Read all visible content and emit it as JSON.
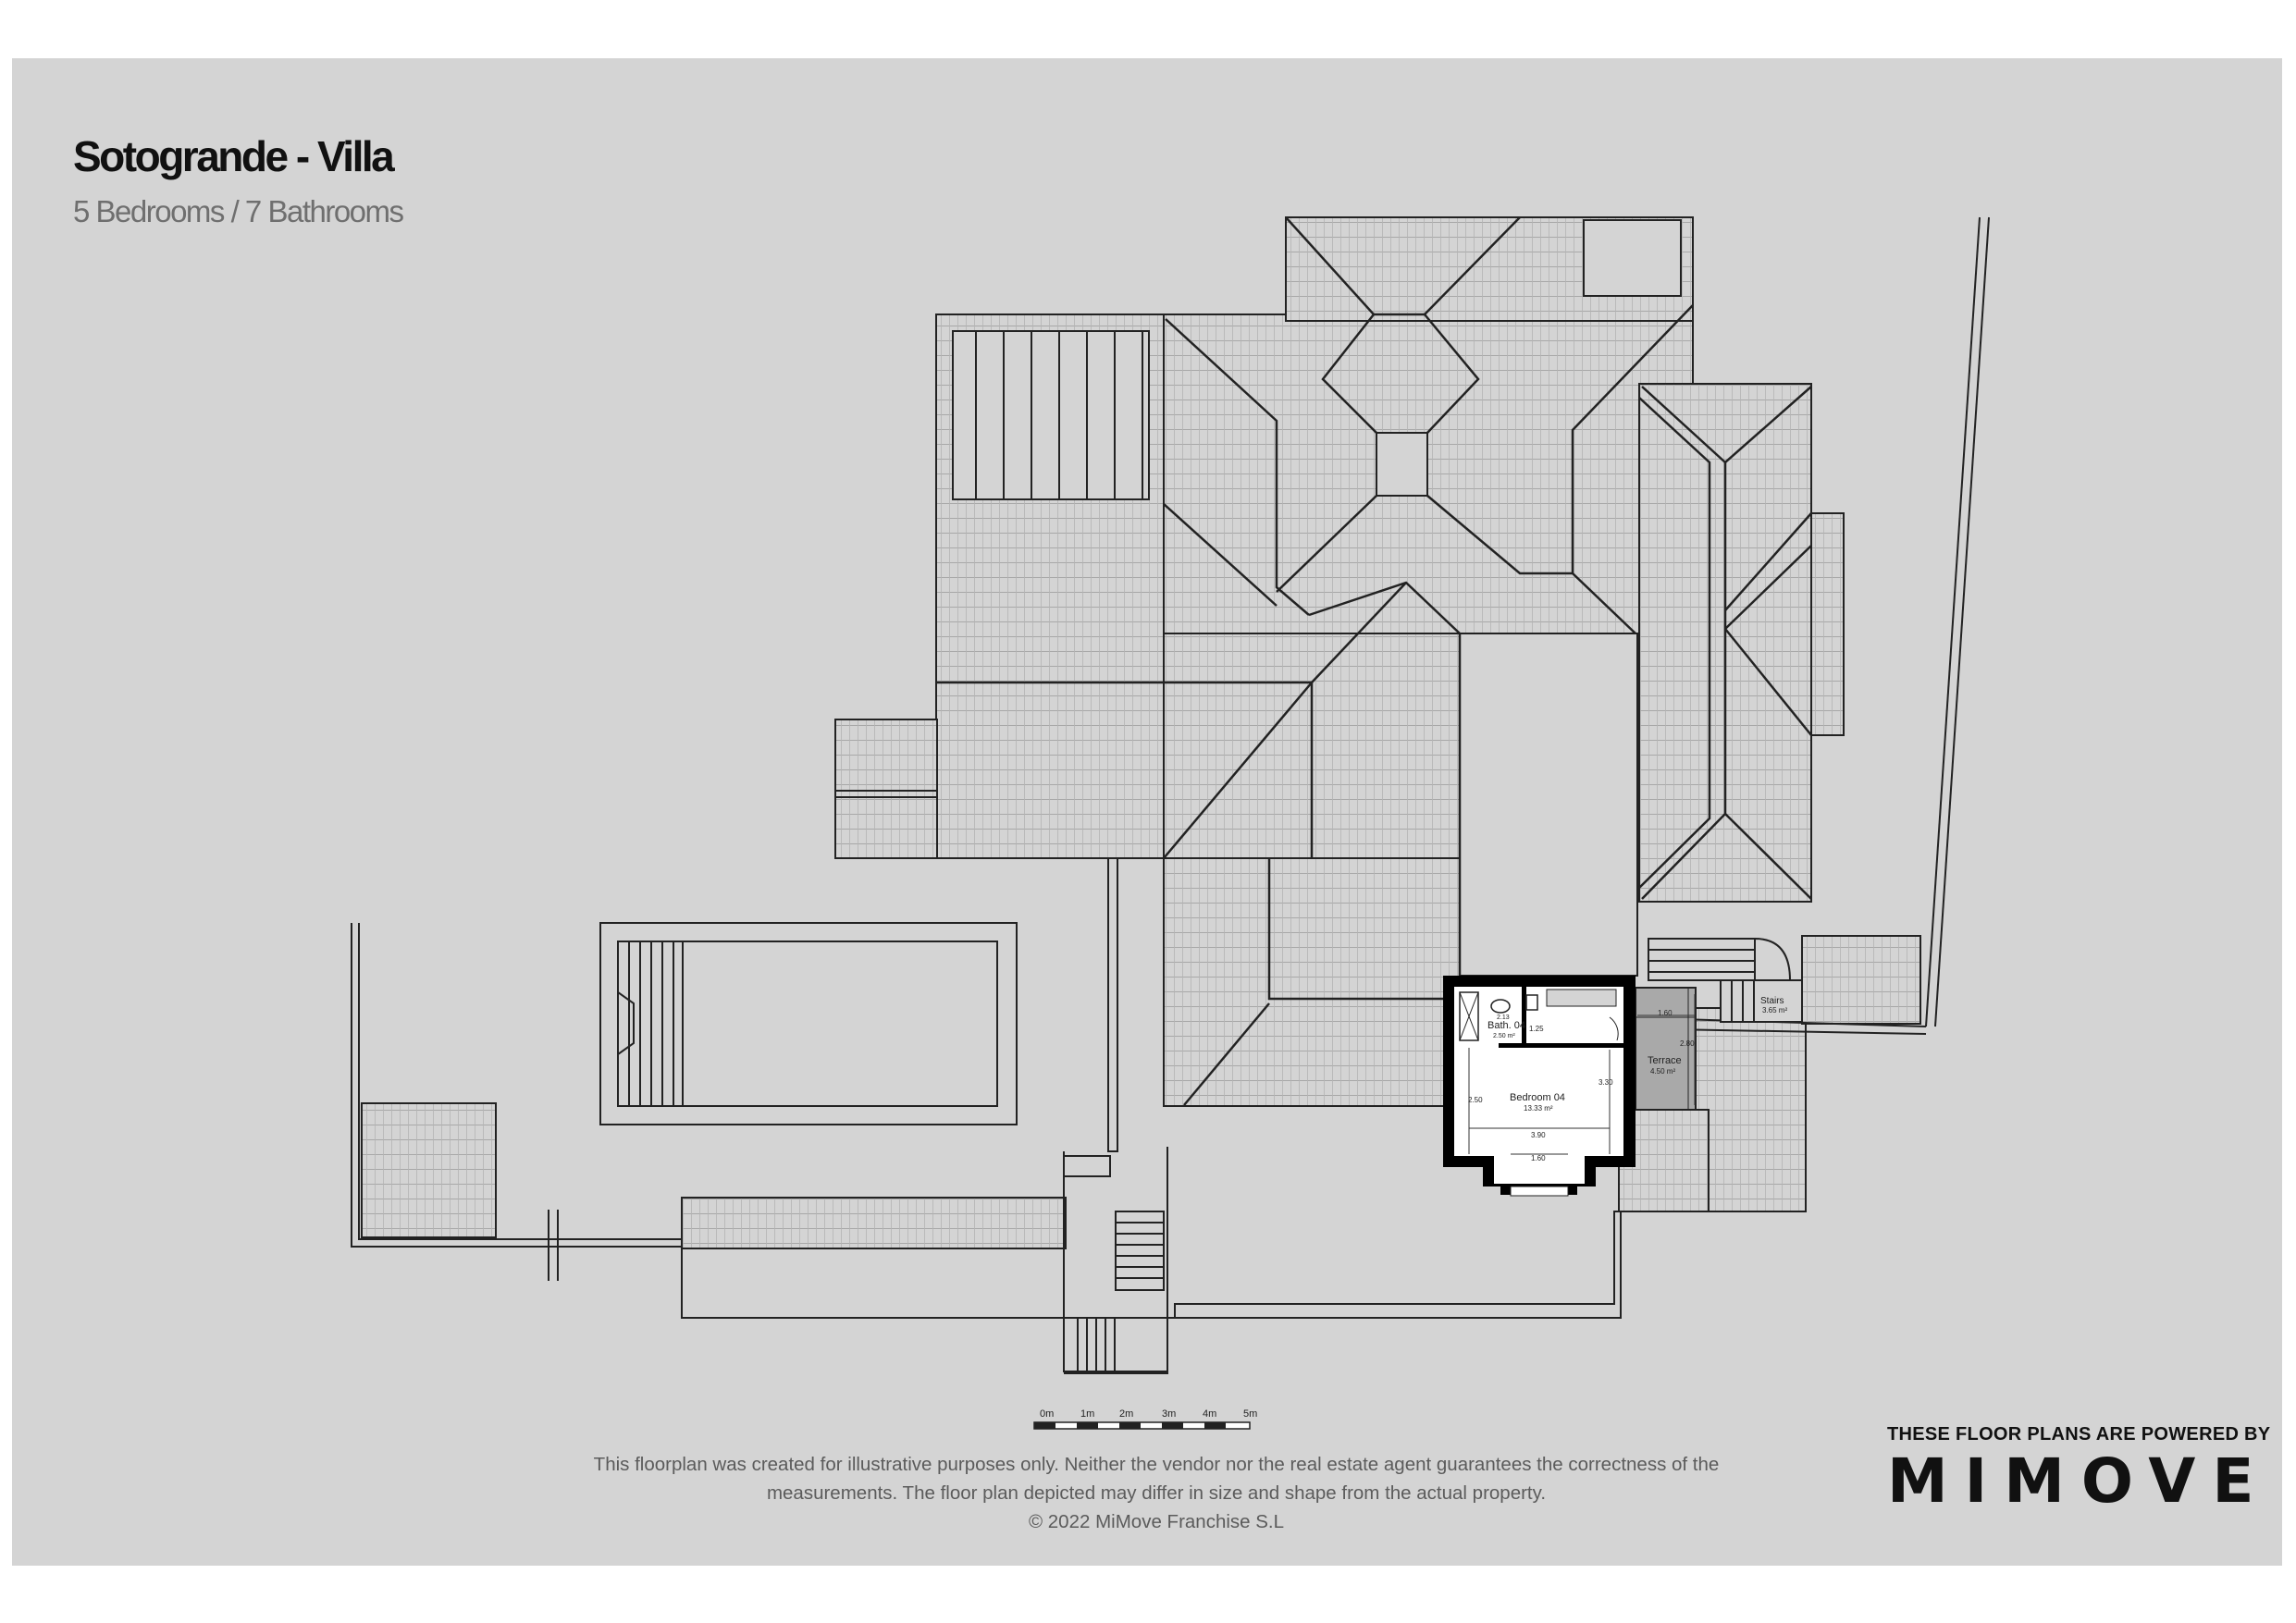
{
  "header": {
    "title": "Sotogrande - Villa",
    "subtitle": "5 Bedrooms / 7 Bathrooms"
  },
  "rooms": {
    "bathroom": {
      "name": "Bath. 04",
      "area": "2.50 m²",
      "dim_a": "2.13",
      "dim_b": "1.25"
    },
    "bedroom": {
      "name": "Bedroom 04",
      "area": "13.33 m²",
      "dim_height": "2.50",
      "dim_width": "3.90",
      "dim_side": "3.30",
      "dim_bay": "1.60"
    },
    "terrace": {
      "name": "Terrace",
      "area": "4.50 m²",
      "dim_width": "1.60",
      "dim_height": "2.80"
    },
    "stairs": {
      "name": "Stairs",
      "area": "3.65 m²"
    }
  },
  "scale_bar": {
    "labels": [
      "0m",
      "1m",
      "2m",
      "3m",
      "4m",
      "5m"
    ]
  },
  "disclaimer": {
    "line1": "This floorplan was created for illustrative purposes only. Neither the vendor nor the real estate agent guarantees the correctness of the",
    "line2": "measurements. The floor plan depicted may differ in size and shape from the actual property.",
    "copyright": "© 2022 MiMove Franchise S.L"
  },
  "branding": {
    "tagline": "THESE FLOOR PLANS ARE POWERED BY",
    "logo": "MIMOVE"
  },
  "colors": {
    "sheet_background": "#d4d4d4",
    "roof_tile_pattern": "#a8a8a8",
    "wall": "#000000",
    "terrace_fill": "#a9a9a9",
    "text_dark": "#111111",
    "text_muted": "#6f6f6f"
  }
}
